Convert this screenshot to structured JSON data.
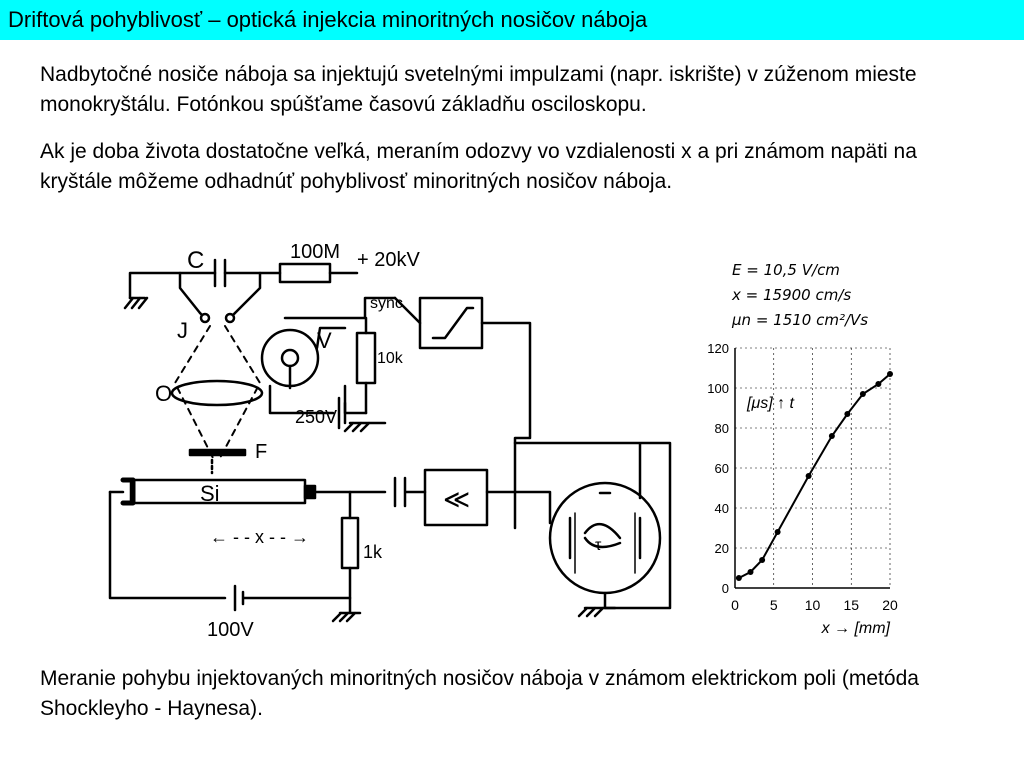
{
  "slide": {
    "title": "Driftová pohyblivosť – optická injekcia minoritných nosičov náboja",
    "paragraph1": "Nadbytočné nosiče náboja sa injektujú svetelnými impulzami (napr. iskrište) v zúženom mieste monokryštálu. Fotónkou spúšťame časovú základňu osciloskopu.",
    "paragraph2": "Ak je doba života dostatočne veľká, meraním odozvy vo vzdialenosti x a pri známom napäti na kryštále môžeme odhadnúť pohyblivosť minoritných nosičov náboja.",
    "caption": "Meranie pohybu injektovaných minoritných nosičov náboja v známom elektrickom poli (metóda Shockleyho - Haynesa)."
  },
  "circuit": {
    "label_C": "C",
    "label_100M": "100M",
    "label_20kV": "+ 20kV",
    "label_J": "J",
    "label_O": "O",
    "label_F": "F",
    "label_sync": "sync",
    "label_V": "V",
    "label_10k": "10k",
    "label_250V": "250V",
    "label_Si": "Si",
    "label_x": "← - - x - - →",
    "label_1k": "1k",
    "label_100V": "100V",
    "label_amp": "≪",
    "label_tau": "τ"
  },
  "plot_annotations": {
    "E": "E = 10,5 V/cm",
    "x": "x = 15900 cm/s",
    "mu": "μn = 1510 cm²/Vs"
  },
  "chart_data": {
    "type": "scatter",
    "xlabel": "x → [mm]",
    "ylabel": "[μs] ↑ t",
    "xlim": [
      0,
      20
    ],
    "ylim": [
      0,
      120
    ],
    "x_ticks": [
      "0",
      "5",
      "10",
      "15",
      "20"
    ],
    "y_ticks": [
      "0",
      "20",
      "40",
      "60",
      "80",
      "100",
      "120"
    ],
    "grid": true,
    "series": [
      {
        "x": [
          0.5,
          2,
          3.5,
          5.5,
          9.5,
          12.5,
          14.5,
          16.5,
          18.5,
          20
        ],
        "y": [
          5,
          8,
          14,
          28,
          56,
          76,
          87,
          97,
          102,
          107
        ]
      }
    ]
  }
}
